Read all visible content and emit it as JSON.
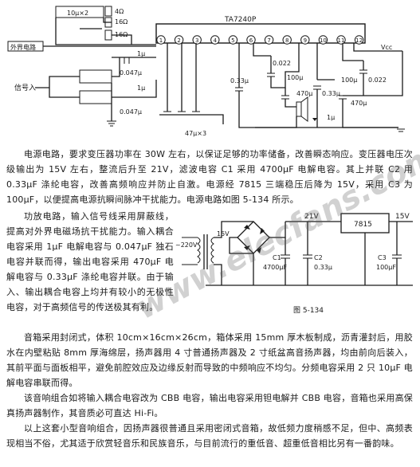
{
  "top_circuit": {
    "chip_label": "TA7240P",
    "pins": [
      "1",
      "2",
      "3",
      "4",
      "5",
      "6",
      "7",
      "8",
      "9",
      "10",
      "11",
      "12"
    ],
    "speaker_cap": "10μ×2",
    "speaker_4ohm": "4Ω",
    "speaker_16ohm_a": "16Ω",
    "speaker_16ohm_b": "16Ω",
    "external_speaker": "外界电路",
    "signal_input": "信号入",
    "cap_1u_a": "1μ",
    "cap_1u_b": "1μ",
    "cap_0047_a": "0.047μ",
    "cap_0047_b": "0.047μ",
    "cap_47u": "47μ×3",
    "cap_0022_a": "0.022",
    "cap_100u_a": "100μ",
    "cap_033_a": "0.33μ",
    "cap_470u_a": "470μ",
    "cap_1u_c": "1μ",
    "cap_100u_b": "100μ",
    "cap_0022_b": "0.022",
    "cap_033_b": "0.33μ",
    "cap_470u_b": "470μ",
    "vcc": "Vcc"
  },
  "paragraph_1": "电源电路，要求变压器功率在 30W 左右，以保证足够的功率储备，改善瞬态响应。变压器电压次级输出为 15V 左右，整流后升至 21V，滤波电容 C1 采用 4700μF 电解电容。其上并联 C2 用 0.33μF 涤纶电容，改善高频响应并防止自激。电源经 7815 三端稳压后降为 15V，采用 C3 为 100μF，以便提高电源抗瞬间脉冲干扰能力。电源电路如图 5-134 所示。",
  "paragraph_2": "功放电路，输入信号线采用屏蔽线，提高对外界电磁场抗干扰能力。输入耦合电容采用 1μF 电解电容与 0.047μF 独石电容并联而得，输出电容采用 470μF 电解电容与 0.33μF 涤纶电容并联。由于输入、输出耦合电容上均并有较小的无极性电容，对于高频信号的传送极其有利。",
  "paragraph_3": "音箱采用封闭式，体积 10cm×16cm×26cm，箱体采用 15mm 厚木板制成，沥青灌封后，用胶水在内壁粘贴 8mm 厚海绵层，扬声器用 4 寸普通扬声器及 2 寸纸盆高音扬声器，均由前向后装入，其前平面与面板相平，避免前腔效应及边缘反射而导致的中频响应不均匀。分频电容采用 2 只 10μF 电解电容串联而得。",
  "paragraph_4": "该音响组合如将输入耦合电容改为 CBB 电容，输出电容采用钽电解并 CBB 电容，音箱也采用高保真扬声器制作，其音质必可直达 Hi-Fi。",
  "paragraph_5": "以上这套小型音响组合，因扬声器很普通且采用密闭式音箱，故低频力度稍感不足，但中、高频表现相当不俗，尤其适于欣赏轻音乐和民族音乐，与目前流行的重低音、超重低音相比另有一番韵味。",
  "power_circuit": {
    "voltage_21v": "21V",
    "regulator": "7815",
    "voltage_15v": "15V",
    "transformer_in": "~220V",
    "transformer_out": "15V",
    "c1_name": "C1",
    "c1_value": "4700μF",
    "c2_name": "C2",
    "c2_value": "0.33μ",
    "c3_label": "C3",
    "c3_value": "100μF"
  },
  "figure_caption": "图  5-134",
  "watermark": "www.elecfans.com"
}
